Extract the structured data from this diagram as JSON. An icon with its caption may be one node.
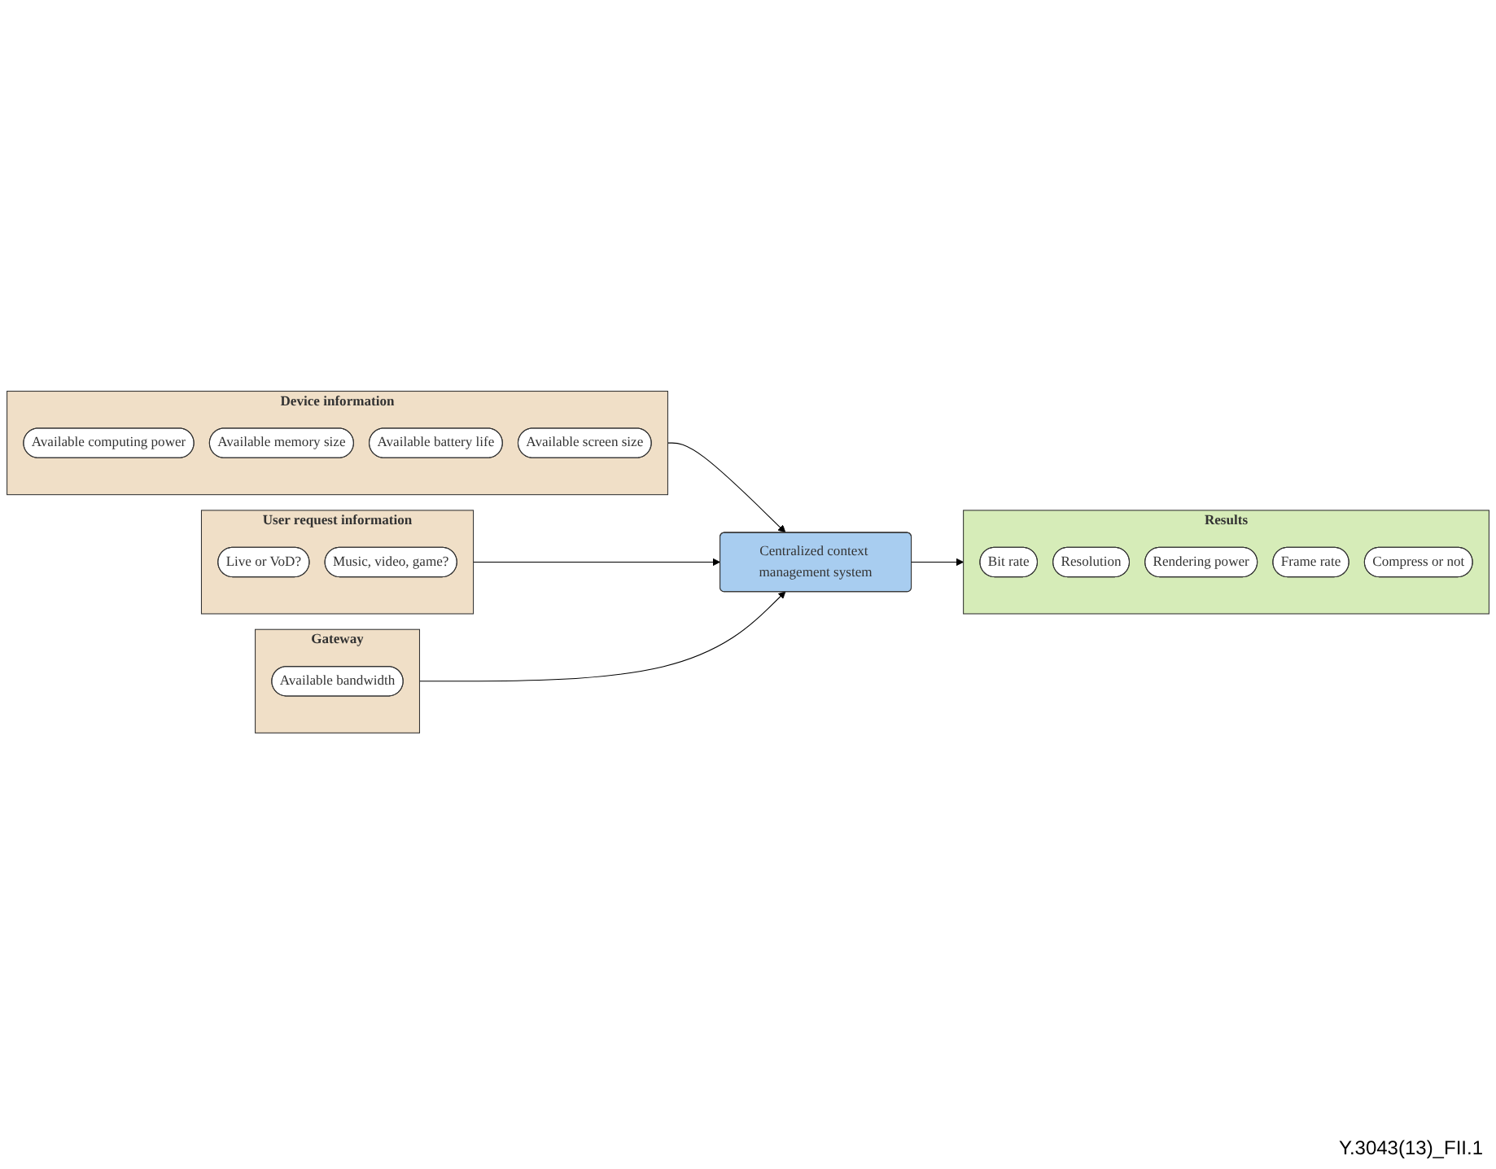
{
  "diagram": {
    "nodes": [
      {
        "text": [
          "Device information"
        ]
      },
      {
        "text": [
          "Available computing power"
        ],
        "in": 0
      },
      {
        "text": [
          "Available memory size"
        ],
        "in": 0
      },
      {
        "text": [
          "Available battery life"
        ],
        "in": 0
      },
      {
        "text": [
          "Available screen size"
        ],
        "in": 0
      },
      {
        "text": [
          "User request information"
        ]
      },
      {
        "text": [
          "Live or VoD?"
        ],
        "in": 5
      },
      {
        "text": [
          "Music, video, game?"
        ],
        "in": 5
      },
      {
        "text": [
          "Gateway"
        ]
      },
      {
        "text": [
          "Available bandwidth"
        ],
        "in": 8
      },
      {
        "text": [
          "Centralized context management system"
        ]
      },
      {
        "text": [
          "Results"
        ]
      },
      {
        "text": [
          "Bit rate"
        ],
        "in": 11
      },
      {
        "text": [
          "Resolution"
        ],
        "in": 11
      },
      {
        "text": [
          "Rendering power"
        ],
        "in": 11
      },
      {
        "text": [
          "Frame rate"
        ],
        "in": 11
      },
      {
        "text": [
          "Compress or not"
        ],
        "in": 11
      }
    ],
    "edges": [
      {
        "from": 0,
        "to": 10,
        "arrow": "to"
      },
      {
        "from": 5,
        "to": 10,
        "arrow": "to"
      },
      {
        "from": 8,
        "to": 10,
        "arrow": "to"
      },
      {
        "from": 10,
        "to": 11,
        "arrow": "to"
      }
    ],
    "labels": [
      "Y.3043(13)_FII.1"
    ]
  }
}
